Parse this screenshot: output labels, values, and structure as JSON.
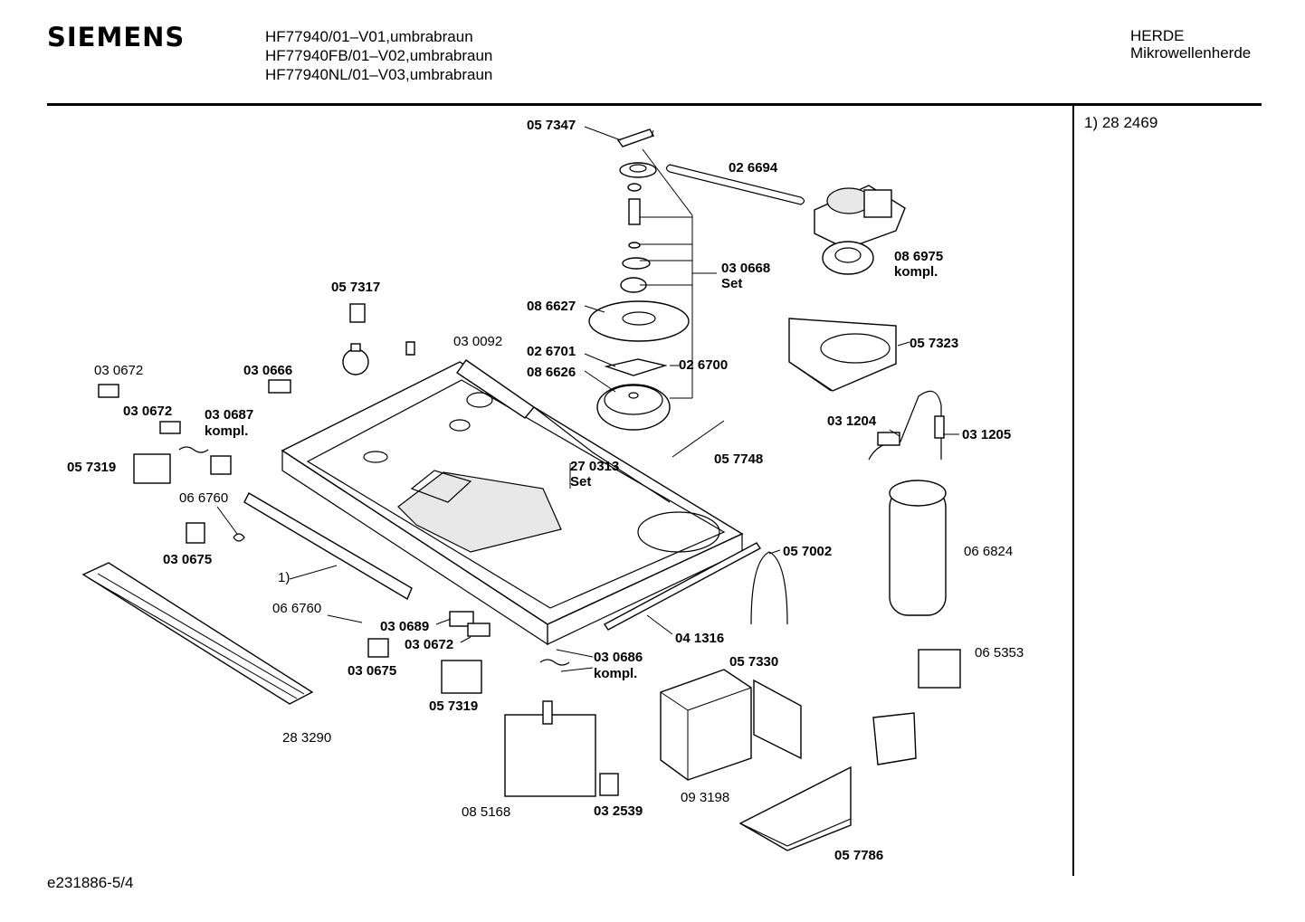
{
  "header": {
    "brand": "SIEMENS",
    "models": [
      "HF77940/01–V01,umbrabraun",
      "HF77940FB/01–V02,umbrabraun",
      "HF77940NL/01–V03,umbrabraun"
    ],
    "category": [
      "HERDE",
      "Mikrowellenherde"
    ]
  },
  "sidebar_note": "1)  28 2469",
  "footer": {
    "doc_id": "e231886-5/4"
  },
  "parts": [
    {
      "id": "p1",
      "text": "05 7347",
      "bold": true
    },
    {
      "id": "p2",
      "text": "02 6694",
      "bold": true
    },
    {
      "id": "p3",
      "text": "08 6975",
      "bold": true
    },
    {
      "id": "p4",
      "text": "kompl.",
      "bold": true
    },
    {
      "id": "p5",
      "text": "03 0668",
      "bold": true
    },
    {
      "id": "p6",
      "text": "Set",
      "bold": true
    },
    {
      "id": "p7",
      "text": "05 7317",
      "bold": true
    },
    {
      "id": "p8",
      "text": "08 6627",
      "bold": true
    },
    {
      "id": "p9",
      "text": "05 7323",
      "bold": true
    },
    {
      "id": "p10",
      "text": "03 0092",
      "bold": false
    },
    {
      "id": "p11",
      "text": "02 6701",
      "bold": true
    },
    {
      "id": "p12",
      "text": "02 6700",
      "bold": true
    },
    {
      "id": "p13",
      "text": "08 6626",
      "bold": true
    },
    {
      "id": "p14",
      "text": "03 0672",
      "bold": false
    },
    {
      "id": "p15",
      "text": "03 0666",
      "bold": true
    },
    {
      "id": "p16",
      "text": "03 0672",
      "bold": true
    },
    {
      "id": "p17",
      "text": "03 0687",
      "bold": true
    },
    {
      "id": "p18",
      "text": "kompl.",
      "bold": true
    },
    {
      "id": "p19",
      "text": "03 1204",
      "bold": true
    },
    {
      "id": "p20",
      "text": "03 1205",
      "bold": true
    },
    {
      "id": "p21",
      "text": "05 7319",
      "bold": true
    },
    {
      "id": "p22",
      "text": "05 7748",
      "bold": true
    },
    {
      "id": "p23",
      "text": "27 0313",
      "bold": true
    },
    {
      "id": "p24",
      "text": "Set",
      "bold": true
    },
    {
      "id": "p25",
      "text": "06 6760",
      "bold": false
    },
    {
      "id": "p26",
      "text": "03 0675",
      "bold": true
    },
    {
      "id": "p27",
      "text": "05 7002",
      "bold": true
    },
    {
      "id": "p28",
      "text": "06 6824",
      "bold": false
    },
    {
      "id": "p29",
      "text": "1)",
      "bold": false
    },
    {
      "id": "p30",
      "text": "06 6760",
      "bold": false
    },
    {
      "id": "p31",
      "text": "03 0689",
      "bold": true
    },
    {
      "id": "p32",
      "text": "03 0672",
      "bold": true
    },
    {
      "id": "p33",
      "text": "04 1316",
      "bold": true
    },
    {
      "id": "p34",
      "text": "03 0675",
      "bold": true
    },
    {
      "id": "p35",
      "text": "03 0686",
      "bold": true
    },
    {
      "id": "p36",
      "text": "kompl.",
      "bold": true
    },
    {
      "id": "p37",
      "text": "05 7330",
      "bold": true
    },
    {
      "id": "p38",
      "text": "06 5353",
      "bold": false
    },
    {
      "id": "p39",
      "text": "05 7319",
      "bold": true
    },
    {
      "id": "p40",
      "text": "28 3290",
      "bold": false
    },
    {
      "id": "p41",
      "text": "08 5168",
      "bold": false
    },
    {
      "id": "p42",
      "text": "03 2539",
      "bold": true
    },
    {
      "id": "p43",
      "text": "09 3198",
      "bold": false
    },
    {
      "id": "p44",
      "text": "05 7786",
      "bold": true
    }
  ]
}
